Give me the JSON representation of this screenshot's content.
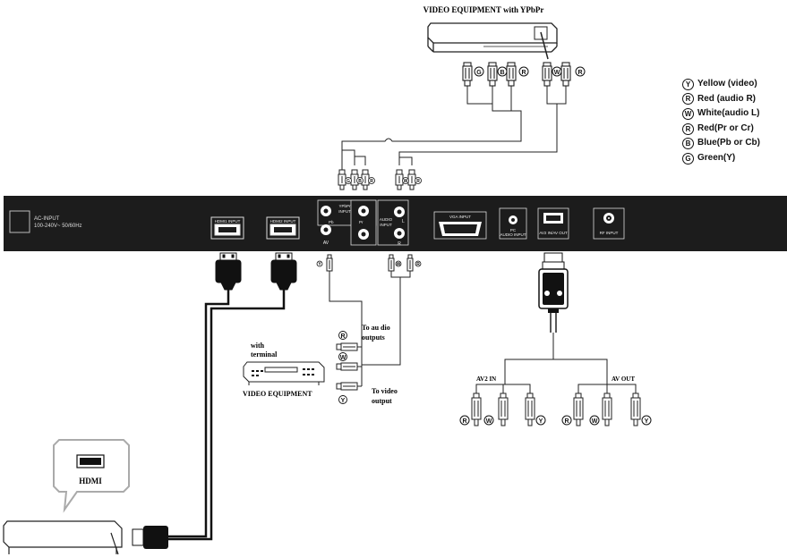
{
  "title_top": "VIDEO EQUIPMENT with YPbPr",
  "legend": [
    {
      "code": "Y",
      "text": "Yellow (video)"
    },
    {
      "code": "R",
      "text": "Red (audio R)"
    },
    {
      "code": "W",
      "text": "White(audio L)"
    },
    {
      "code": "R",
      "text": "Red(Pr or Cr)"
    },
    {
      "code": "B",
      "text": "Blue(Pb or Cb)"
    },
    {
      "code": "G",
      "text": "Green(Y)"
    }
  ],
  "panel": {
    "ac_input": "AC-INPUT",
    "ac_rating": "100-240V~ 50/60Hz",
    "hdmi1": "HDMI1 INPUT",
    "hdmi2": "HDMI2 INPUT",
    "pb": "Pb",
    "ypbpr": "YPbPr",
    "input": "INPUT",
    "pr": "Pr",
    "av": "AV",
    "audio": "AUDIO",
    "input2": "INPUT",
    "l": "L",
    "r": "R",
    "vga": "VGA INPUT",
    "pc": "PC",
    "pc_audio": "AUDIO INPUT",
    "av2": "AV2 IN/AV OUT",
    "rf": "RF INPUT"
  },
  "connector_codes": {
    "top_group": [
      "G",
      "B",
      "R",
      "W",
      "R"
    ],
    "middle_group": [
      "G",
      "B",
      "R",
      "W",
      "R"
    ],
    "av_video": "Y",
    "av_audio": [
      "W",
      "R"
    ],
    "vcr_audio": [
      "R",
      "W"
    ],
    "vcr_video": "Y",
    "av2in": [
      "R",
      "W",
      "Y"
    ],
    "avout": [
      "R",
      "W",
      "Y"
    ]
  },
  "labels": {
    "with_terminal_1": "with",
    "with_terminal_2": "terminal",
    "video_equipment": "VIDEO EQUIPMENT",
    "to_audio_1": "To au dio",
    "to_audio_2": "outputs",
    "to_video_1": "To video",
    "to_video_2": "output",
    "av2_in": "AV2 IN",
    "av_out": "AV OUT",
    "hdmi_box": "HDMI"
  }
}
